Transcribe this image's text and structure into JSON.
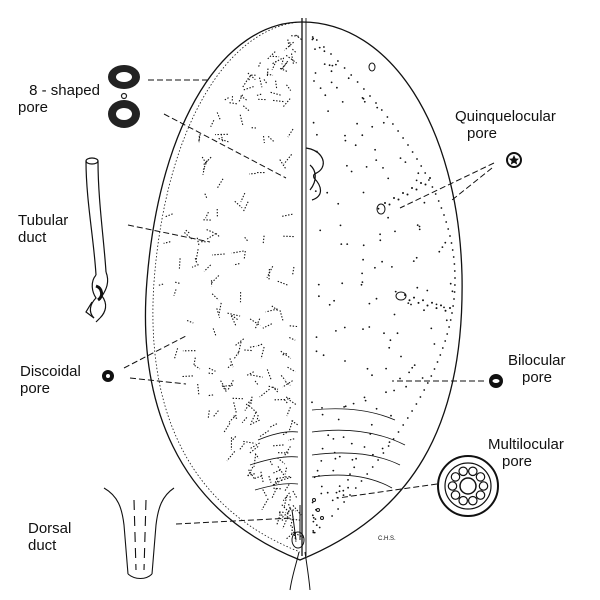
{
  "labels": {
    "eight_shaped_pore": [
      "8 - shaped",
      "pore"
    ],
    "tubular_duct": [
      "Tubular",
      "duct"
    ],
    "discoidal_pore": [
      "Discoidal",
      "pore"
    ],
    "dorsal_duct": [
      "Dorsal",
      "duct"
    ],
    "quinquelocular_pore": [
      "Quinquelocular",
      "pore"
    ],
    "bilocular_pore": [
      "Bilocular",
      "pore"
    ],
    "multilocular_pore": [
      "Multilocular",
      "pore"
    ]
  },
  "signature": "C.H.S.",
  "colors": {
    "ink": "#111111",
    "background": "#ffffff"
  }
}
